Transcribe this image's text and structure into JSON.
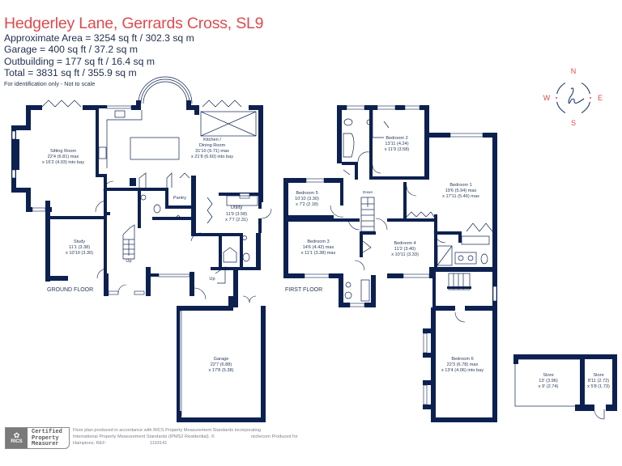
{
  "header": {
    "title": "Hedgerley Lane, Gerrards Cross, SL9",
    "areas": [
      "Approximate Area = 3254  sq ft / 302.3  sq m",
      "Garage = 400 sq ft / 37.2  sq m",
      "Outbuilding = 177 sq ft / 16.4  sq m",
      "Total = 3831 sq ft / 355.9 sq m"
    ],
    "note": "For identification only - Not to scale"
  },
  "compass": {
    "n": "N",
    "s": "S",
    "e": "E",
    "w": "W",
    "logo": "h",
    "accent": "#e04a4f",
    "ring": "#1f3a6b"
  },
  "colors": {
    "wall": "#0d2150",
    "title": "#e04a4f",
    "text": "#1f2d4d"
  },
  "ground_floor": {
    "label": "GROUND FLOOR",
    "rooms": {
      "sitting": {
        "name": "Sitting Room",
        "dim1": "22'4 (6.81) max",
        "dim2": "x 16'2 (4.93) into bay"
      },
      "kitchen": {
        "name1": "Kitchen /",
        "name2": "Dining Room",
        "dim1": "31'10 (9.71) max",
        "dim2": "x 21'8 (6.60) into bay"
      },
      "study": {
        "name": "Study",
        "dim1": "11'1 (3.38)",
        "dim2": "x 10'10 (3.30)"
      },
      "pantry": {
        "name": "Pantry"
      },
      "utility": {
        "name": "Utility",
        "dim1": "11'9 (3.58)",
        "dim2": "x 7'7 (2.31)"
      },
      "garage": {
        "name": "Garage",
        "dim1": "22'7 (6.88)",
        "dim2": "x 17'8 (5.38)"
      }
    },
    "stairs_up": "Up",
    "stairs_up_2": "Up"
  },
  "first_floor": {
    "label": "FIRST FLOOR",
    "stairs_down": "Down",
    "rooms": {
      "bed1": {
        "name": "Bedroom 1",
        "dim1": "19'6 (5.94) max",
        "dim2": "x 17'11 (5.46) max"
      },
      "bed2": {
        "name": "Bedroom 2",
        "dim1": "13'11 (4.24)",
        "dim2": "x 11'9 (3.58)"
      },
      "bed3": {
        "name": "Bedroom 3",
        "dim1": "14'6 (4.42) max",
        "dim2": "x 11'1 (3.38) max"
      },
      "bed4": {
        "name": "Bedroom 4",
        "dim1": "11'2 (3.40)",
        "dim2": "x 10'11 (3.33)"
      },
      "bed5": {
        "name": "Bedroom 5",
        "dim1": "10'10 (3.30)",
        "dim2": "x 7'2 (2.18)"
      },
      "bed6": {
        "name": "Bedroom 6",
        "dim1": "22'3 (6.78) max",
        "dim2": "x 13'4 (4.06) into bay"
      }
    }
  },
  "outbuilding": {
    "store1": {
      "name": "Store",
      "dim1": "13' (3.96)",
      "dim2": "x 9' (2.74)"
    },
    "store2": {
      "name": "Store",
      "dim1": "8'11 (2.72)",
      "dim2": "x 5'8 (1.73)"
    }
  },
  "footer": {
    "badge_logo": "RICS",
    "badge_lines": [
      "Certified",
      "Property",
      "Measurer"
    ],
    "disclaimer_line1": "Floor plan produced in accordance with RICS Property Measurement Standards incorporating",
    "disclaimer_line2": "International Property Measurement Standards (IPMS2 Residential).  ©",
    "nichecom": "nichecom",
    "produced_for": "Produced for",
    "disclaimer_line3": "Hamptons.   REF:",
    "ref": "1193141"
  }
}
